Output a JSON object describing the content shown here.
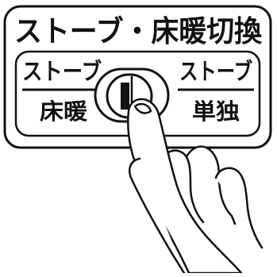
{
  "panel": {
    "title": "ストーブ・床暖切換"
  },
  "left_option": {
    "top_label": "ストーブ",
    "bottom_label": "床暖"
  },
  "right_option": {
    "top_label": "ストーブ",
    "bottom_label": "単独"
  },
  "colors": {
    "ink": "#111111",
    "background": "#ffffff"
  },
  "icons": {
    "switch": "rocker-switch-icon",
    "hand": "pointing-hand-icon"
  }
}
